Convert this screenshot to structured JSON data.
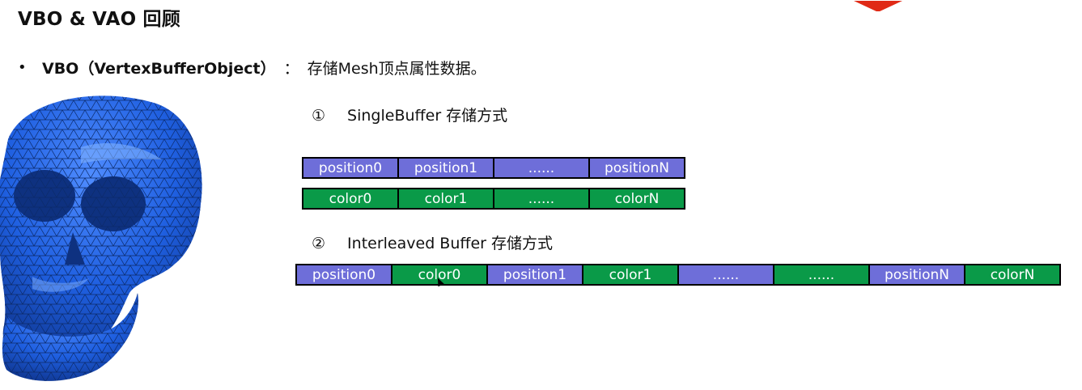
{
  "slide": {
    "title": "VBO & VAO 回顾",
    "bullet": {
      "marker": "•",
      "term": "VBO（VertexBufferObject）",
      "colon": "：",
      "desc": "存储Mesh顶点属性数据。"
    }
  },
  "sections": {
    "single": {
      "number": "①",
      "label": "SingleBuffer 存储方式",
      "rows": [
        [
          "position0",
          "position1",
          "......",
          "positionN"
        ],
        [
          "color0",
          "color1",
          "......",
          "colorN"
        ]
      ]
    },
    "interleaved": {
      "number": "②",
      "label": "Interleaved Buffer 存储方式",
      "cells": [
        "position0",
        "color0",
        "position1",
        "color1",
        "......",
        "......",
        "positionN",
        "colorN"
      ]
    }
  },
  "colors": {
    "position": "#6e6ed9",
    "color": "#0a9a48",
    "accent": "#e02a16",
    "mesh": "#1f5fe0"
  },
  "icons": {
    "skull": "skull-mesh-image",
    "logo": "red-logo-corner"
  }
}
